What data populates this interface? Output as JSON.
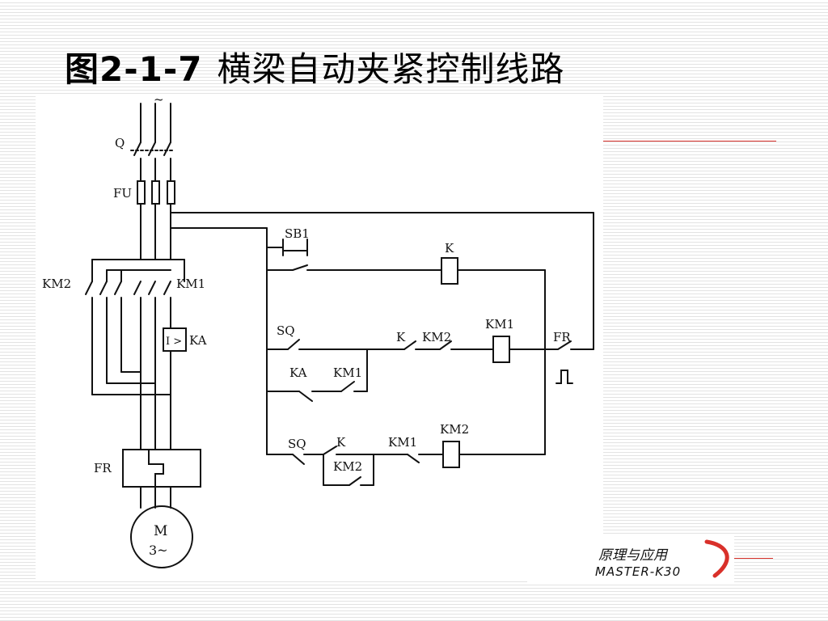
{
  "slide": {
    "figure_number": "图2-1-7",
    "title": "横梁自动夹紧控制线路"
  },
  "diagram": {
    "labels": {
      "supply": "~",
      "q": "Q",
      "fu": "FU",
      "km2_main": "KM2",
      "km1_main": "KM1",
      "current_relay_symbol": "I >",
      "ka": "KA",
      "fr_main": "FR",
      "motor_m": "M",
      "motor_phase": "3~",
      "sb1": "SB1",
      "k_coil": "K",
      "sq_upper": "SQ",
      "k_contact_upper": "K",
      "km2_interlock": "KM2",
      "km1_coil": "KM1",
      "fr_control": "FR",
      "ka_contact": "KA",
      "km1_hold": "KM1",
      "sq_lower": "SQ",
      "k_contact_lower": "K",
      "km1_interlock": "KM1",
      "km2_coil": "KM2",
      "km2_hold": "KM2"
    }
  },
  "branding": {
    "line1": "原理与应用",
    "line2": "MASTER-K30"
  },
  "colors": {
    "accent_red": "#d9302a",
    "ink": "#111111"
  }
}
